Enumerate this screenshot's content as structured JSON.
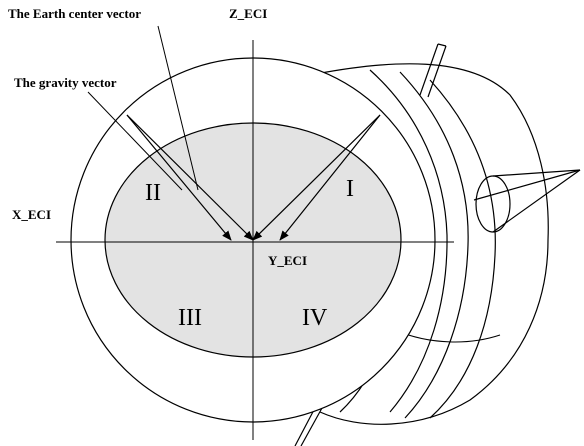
{
  "labels": {
    "earth_center_vector": "The Earth center vector",
    "z_axis": "Z_ECI",
    "gravity_vector": "The gravity vector",
    "x_axis": "X_ECI",
    "y_axis": "Y_ECI"
  },
  "quadrants": {
    "q1": "I",
    "q2": "II",
    "q3": "III",
    "q4": "IV"
  },
  "colors": {
    "ellipse_fill": "#e3e3e3",
    "line": "#000000",
    "background": "#ffffff"
  }
}
